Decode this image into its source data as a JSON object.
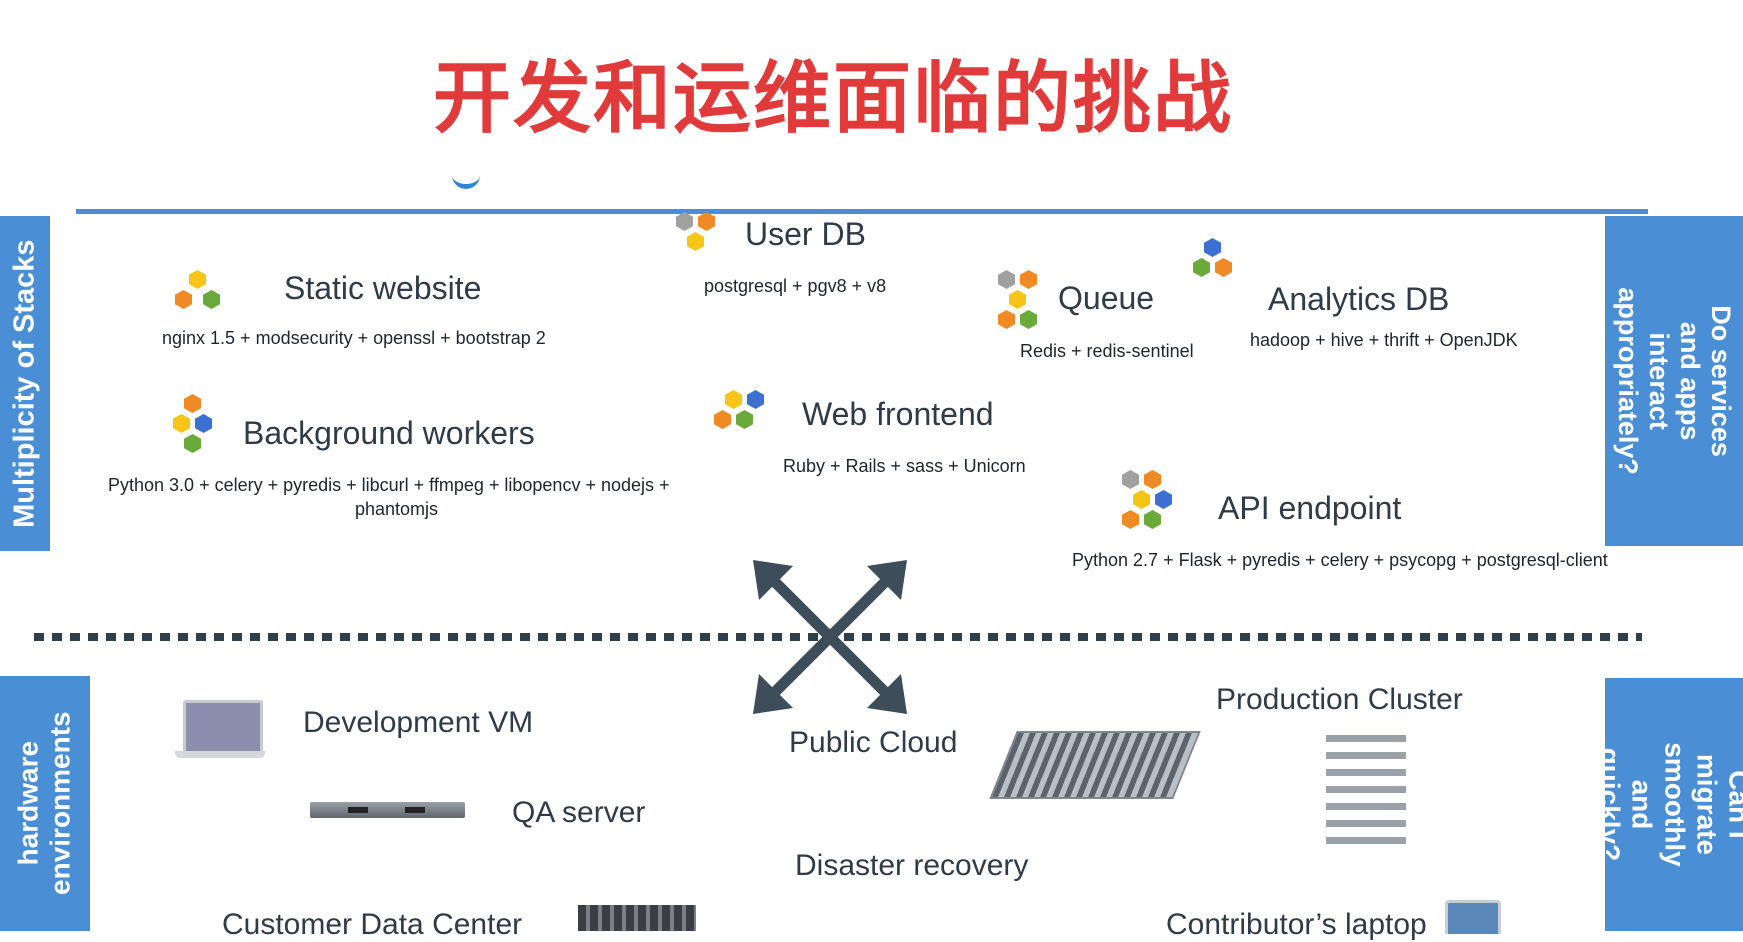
{
  "title": "开发和运维面临的挑战",
  "left_top_label": "Multiplicity of Stacks",
  "right_top_label": "Do services and apps interact appropriately?",
  "left_bottom_label": "hardware environments",
  "right_bottom_label": "Can I migrate smoothly and quickly?",
  "stacks": {
    "static_website": {
      "name": "Static website",
      "tech": "nginx 1.5 + modsecurity + openssl + bootstrap 2"
    },
    "user_db": {
      "name": "User DB",
      "tech": "postgresql + pgv8 + v8"
    },
    "queue": {
      "name": "Queue",
      "tech": "Redis + redis-sentinel"
    },
    "analytics_db": {
      "name": "Analytics DB",
      "tech": "hadoop + hive + thrift + OpenJDK"
    },
    "background_workers": {
      "name": "Background workers",
      "tech_line1": "Python 3.0 + celery + pyredis + libcurl + ffmpeg + libopencv + nodejs +",
      "tech_line2": "phantomjs"
    },
    "web_frontend": {
      "name": "Web frontend",
      "tech": "Ruby + Rails + sass + Unicorn"
    },
    "api_endpoint": {
      "name": "API endpoint",
      "tech": "Python 2.7 + Flask + pyredis + celery + psycopg + postgresql-client"
    }
  },
  "environments": {
    "development_vm": "Development VM",
    "qa_server": "QA server",
    "public_cloud": "Public Cloud",
    "production_cluster": "Production Cluster",
    "disaster_recovery": "Disaster recovery",
    "customer_data_center": "Customer Data Center",
    "contributors_laptop": "Contributor’s laptop"
  },
  "colors": {
    "title": "#e03a3a",
    "accent_blue": "#4a8fd6",
    "hex_orange": "#f08a24",
    "hex_yellow": "#f5c518",
    "hex_green": "#6aaa3a",
    "hex_blue": "#3b6fd1",
    "hex_gray": "#a0a0a0"
  }
}
